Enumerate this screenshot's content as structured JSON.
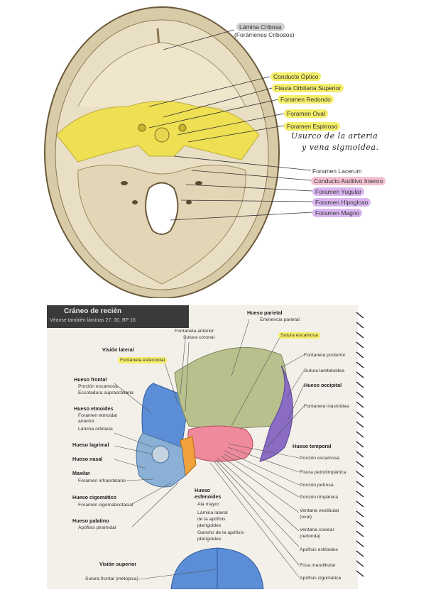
{
  "top": {
    "labels": [
      {
        "text": "Lámina Cribosa",
        "hl": "gray"
      },
      {
        "text": "(Forámenes Cribosos)",
        "hl": ""
      },
      {
        "text": "Conducto Óptico",
        "hl": "yellow"
      },
      {
        "text": "Fisura Orbitaria Superior",
        "hl": "yellow"
      },
      {
        "text": "Foramen Redondo",
        "hl": "yellow"
      },
      {
        "text": "Foramen Oval",
        "hl": "yellow"
      },
      {
        "text": "Foramen Espinoso",
        "hl": "yellow"
      },
      {
        "text": "Foramen Lacerum",
        "hl": ""
      },
      {
        "text": "Conducto Auditivo Interno",
        "hl": "pink"
      },
      {
        "text": "Foramen Yugular",
        "hl": "purple"
      },
      {
        "text": "Foramen Hipogloso",
        "hl": "purple"
      },
      {
        "text": "Foramen Magno",
        "hl": "purple"
      }
    ],
    "handwriting": {
      "line1": "Usurco de la arteria",
      "line2": "y vena sigmoidea."
    }
  },
  "book": {
    "header_title": "Cráneo de recién",
    "header_sub": "Véanse también láminas 27, 30, BP 16",
    "vista_lateral": "Visión lateral",
    "vista_superior": "Visión superior",
    "left_labels": [
      {
        "text": "Fontanela esfenoidal",
        "bold": false,
        "hl": true
      },
      {
        "text": "Hueso frontal",
        "bold": true
      },
      {
        "text": "Porción escamosa",
        "bold": false
      },
      {
        "text": "Escotadura supraorbitaria",
        "bold": false
      },
      {
        "text": "Hueso etmoides",
        "bold": true
      },
      {
        "text": "Foramen etmoidal",
        "bold": false
      },
      {
        "text": "anterior",
        "bold": false
      },
      {
        "text": "Lámina orbitaria",
        "bold": false
      },
      {
        "text": "Hueso lagrimal",
        "bold": true
      },
      {
        "text": "Hueso nasal",
        "bold": true
      },
      {
        "text": "Maxilar",
        "bold": true
      },
      {
        "text": "Foramen infraorbitario",
        "bold": false
      },
      {
        "text": "Hueso cigomático",
        "bold": true
      },
      {
        "text": "Foramen cigomaticofacial",
        "bold": false
      },
      {
        "text": "Hueso palatino",
        "bold": true
      },
      {
        "text": "Apófisis piramidal",
        "bold": false
      }
    ],
    "top_labels": [
      {
        "text": "Fontanela anterior"
      },
      {
        "text": "Sutura coronal"
      },
      {
        "text": "Hueso parietal",
        "bold": true
      },
      {
        "text": "Eminencia parietal"
      },
      {
        "text": "Sutura escamosa",
        "hl": true
      }
    ],
    "right_labels": [
      {
        "text": "Fontanela posterior",
        "bold": false
      },
      {
        "text": "Sutura lambdoidea",
        "bold": false
      },
      {
        "text": "Hueso occipital",
        "bold": true
      },
      {
        "text": "Fontanela mastoidea",
        "bold": false
      },
      {
        "text": "Hueso temporal",
        "bold": true
      },
      {
        "text": "Porción escamosa",
        "bold": false
      },
      {
        "text": "Fisura petrotimpánica",
        "bold": false
      },
      {
        "text": "Porción petrosa",
        "bold": false
      },
      {
        "text": "Porción timpánica",
        "bold": false
      },
      {
        "text": "Ventana vestibular",
        "bold": false
      },
      {
        "text": "(oval)",
        "bold": false
      },
      {
        "text": "Ventana coclear",
        "bold": false
      },
      {
        "text": "(redonda)",
        "bold": false
      },
      {
        "text": "Apófisis estiloides",
        "bold": false
      },
      {
        "text": "Fosa mandibular",
        "bold": false
      },
      {
        "text": "Apófisis cigomática",
        "bold": false
      }
    ],
    "center_labels": [
      {
        "text": "Hueso",
        "bold": true
      },
      {
        "text": "esfenoides",
        "bold": true
      },
      {
        "text": "Ala mayor"
      },
      {
        "text": "Lámina lateral"
      },
      {
        "text": "de la apófisis"
      },
      {
        "text": "pterigoides"
      },
      {
        "text": "Gancho de la apófisis"
      },
      {
        "text": "pterigoides"
      }
    ],
    "bottom_label": "Sutura frontal (metópica)"
  },
  "colors": {
    "skull_bone": "#e9dfc4",
    "yellow_area": "#f0e040",
    "parietal_green": "#b8c08e",
    "frontal_blue": "#5b8ed6",
    "occipital_purple": "#8a6cc4",
    "temporal_pink": "#ef8a9c",
    "sphenoid_orange": "#f2a23c"
  }
}
